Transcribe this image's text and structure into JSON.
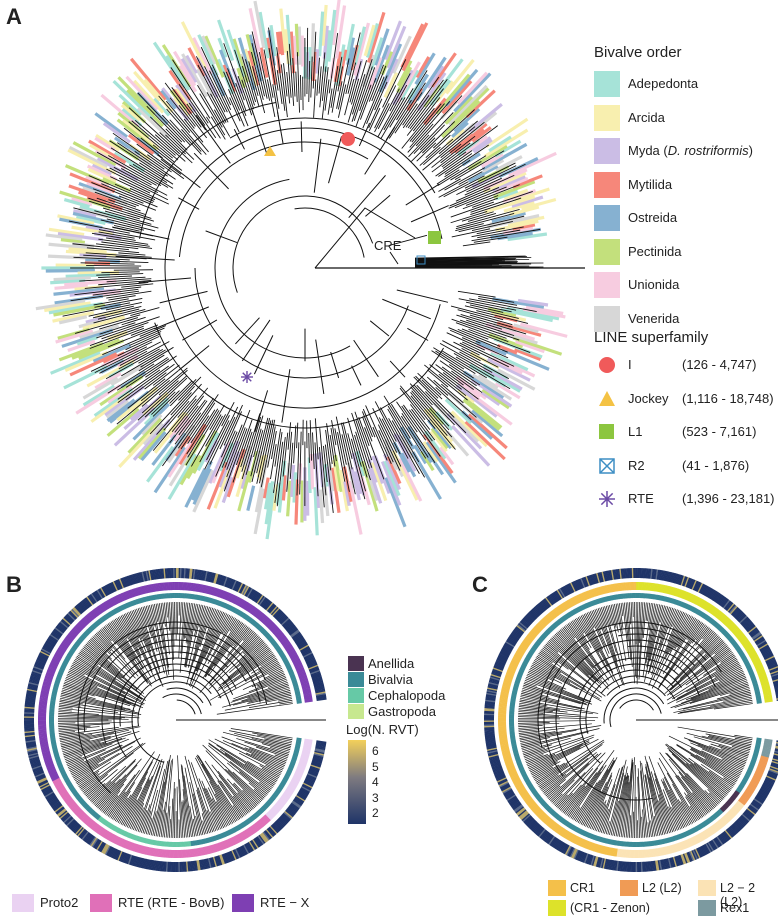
{
  "panels": {
    "a": "A",
    "b": "B",
    "c": "C"
  },
  "panel_a": {
    "cre_label": "CRE",
    "bivalve_legend": {
      "title": "Bivalve order",
      "items": [
        {
          "label": "Adepedonta",
          "color": "#a6e3d8"
        },
        {
          "label": "Arcida",
          "color": "#f8efaf"
        },
        {
          "label_prefix": "Myda (",
          "label_italic": "D. rostriformis",
          "label_suffix": ")",
          "color": "#cbbde5"
        },
        {
          "label": "Mytilida",
          "color": "#f6877a"
        },
        {
          "label": "Ostreida",
          "color": "#86b1d1"
        },
        {
          "label": "Pectinida",
          "color": "#c3e07c"
        },
        {
          "label": "Unionida",
          "color": "#f7cce0"
        },
        {
          "label": "Venerida",
          "color": "#d7d7d7"
        }
      ]
    },
    "line_legend": {
      "title": "LINE superfamily",
      "items": [
        {
          "name": "I",
          "range": "(126 - 4,747)",
          "color": "#f05a5a",
          "icon": "circle-icon"
        },
        {
          "name": "Jockey",
          "range": "(1,116 - 18,748)",
          "color": "#f4c244",
          "icon": "triangle-icon"
        },
        {
          "name": "L1",
          "range": "(523 - 7,161)",
          "color": "#8cc63f",
          "icon": "square-icon"
        },
        {
          "name": "R2",
          "range": "(41 - 1,876)",
          "color": "#3d8ec4",
          "icon": "boxed-x-icon"
        },
        {
          "name": "RTE",
          "range": "(1,396 - 23,181)",
          "color": "#6b4aa5",
          "icon": "asterisk-icon"
        }
      ]
    }
  },
  "panel_b": {
    "taxa_legend": [
      {
        "label": "Anellida",
        "color": "#4a3351"
      },
      {
        "label": "Bivalvia",
        "color": "#3a8a97"
      },
      {
        "label": "Cephalopoda",
        "color": "#66c9a6"
      },
      {
        "label": "Gastropoda",
        "color": "#c7e88f"
      }
    ],
    "scale": {
      "title": "Log(N. RVT)",
      "ticks": [
        "6",
        "5",
        "4",
        "3",
        "2"
      ],
      "low_color": "#1f3468",
      "high_color": "#f3d05a"
    },
    "bottom_legend": [
      {
        "label": "Proto2",
        "color": "#ead2f2"
      },
      {
        "label": "RTE (RTE - BovB)",
        "color": "#e070b8"
      },
      {
        "label": "RTE − X",
        "color": "#7e3fb3"
      }
    ]
  },
  "panel_c": {
    "bottom_legend": [
      {
        "label": "CR1",
        "color": "#f4c04a"
      },
      {
        "label": "L2 (L2)",
        "color": "#f09b55"
      },
      {
        "label": "L2 − 2 (L2)",
        "color": "#fbe3b5"
      },
      {
        "label": "(CR1 - Zenon)",
        "color": "#dde22a"
      },
      {
        "label": "Rex1",
        "color": "#7c9aa0"
      }
    ]
  }
}
